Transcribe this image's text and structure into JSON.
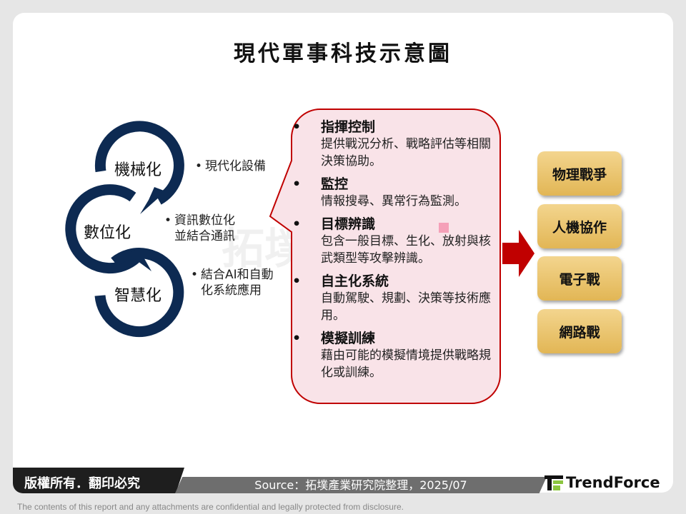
{
  "title": "現代軍事科技示意圖",
  "cycle": [
    {
      "label": "機械化",
      "desc": "現代化設備"
    },
    {
      "label": "數位化",
      "desc": "資訊數位化並結合通訊"
    },
    {
      "label": "智慧化",
      "desc": "結合AI和自動化系統應用"
    }
  ],
  "callout": [
    {
      "heading": "指揮控制",
      "text": "提供戰況分析、戰略評估等相關決策協助。"
    },
    {
      "heading": "監控",
      "text": "情報搜尋、異常行為監測。"
    },
    {
      "heading": "目標辨識",
      "text": "包含一般目標、生化、放射與核武類型等攻擊辨識。"
    },
    {
      "heading": "自主化系統",
      "text": "自動駕駛、規劃、決策等技術應用。"
    },
    {
      "heading": "模擬訓練",
      "text": "藉由可能的模擬情境提供戰略規化或訓練。"
    }
  ],
  "outcomes": [
    "物理戰爭",
    "人機協作",
    "電子戰",
    "網路戰"
  ],
  "watermark": "拓墣 TOPOLOGY RESEARCH INSTITUTE",
  "footer": {
    "copyright": "版權所有．翻印必究",
    "source": "Source：拓墣產業研究院整理，2025/07",
    "logo": "TrendForce",
    "disclaimer": "The contents of this report and any attachments are confidential and legally protected from disclosure."
  },
  "colors": {
    "ring": "#0d2a52",
    "callout_fill": "#f9e3e8",
    "callout_border": "#c00000",
    "arrow": "#c00000",
    "box": "#e8c06a"
  }
}
